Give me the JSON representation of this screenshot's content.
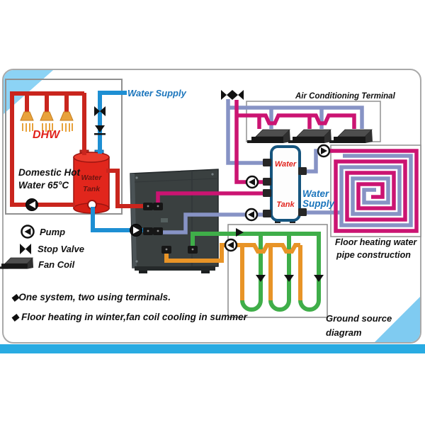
{
  "diagram": {
    "water_supply_top": "Water Supply",
    "dhw": {
      "label": "DHW",
      "desc_line1": "Domestic Hot",
      "desc_line2": "Water 65°C",
      "tank_word1": "Water",
      "tank_word2": "Tank"
    },
    "buffer_tank": {
      "word1": "Water",
      "word2": "Tank"
    },
    "water_supply_right": {
      "line1": "Water",
      "line2": "Supply"
    },
    "ac_terminal_title": "Air Conditioning Terminal",
    "floor_heating": {
      "line1": "Floor heating water",
      "line2": "pipe construction"
    },
    "ground_source": {
      "line1": "Ground source",
      "line2": "diagram"
    },
    "legend": {
      "pump": "Pump",
      "stop_valve": "Stop Valve",
      "fan_coil": "Fan Coil"
    },
    "bullets": [
      "◆One system, two using terminals.",
      "◆ Floor heating in winter,fan coil cooling in summer"
    ]
  },
  "colors": {
    "hot_red_pipe": "#c9251d",
    "cold_blue_pipe": "#1e8fd3",
    "magenta_pipe": "#cb1472",
    "steel_pipe": "#8793c5",
    "green_pipe": "#3fae49",
    "orange_pipe": "#e89427",
    "tank_red": "#e1261c",
    "buffer_outline": "#16557e",
    "accent_band": "#29abe2",
    "corner_triangle": "#8cd3f5",
    "label_blue": "#1b75bc",
    "label_red": "#e1221c"
  }
}
